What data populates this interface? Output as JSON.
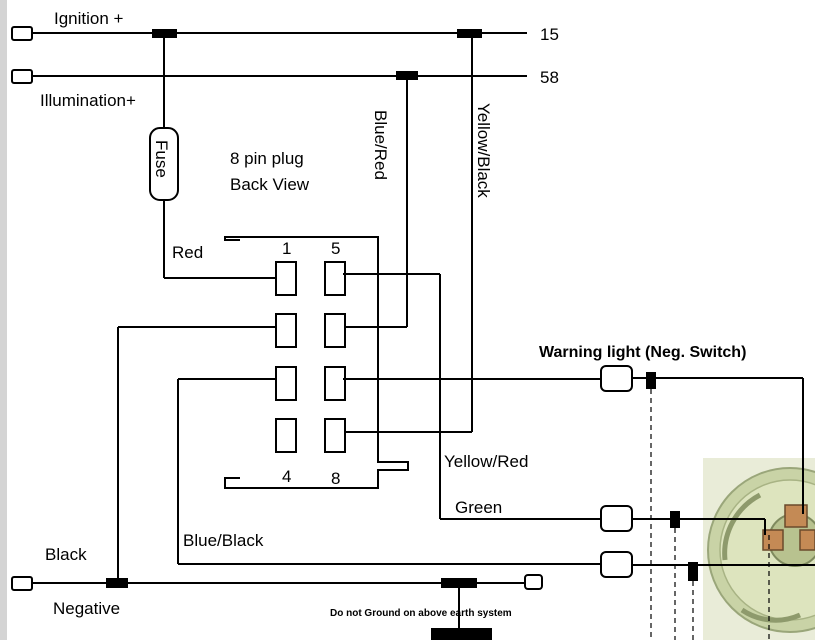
{
  "power_lines": {
    "ignition": "Ignition +",
    "ignition_terminal": "15",
    "illumination": "Illumination+",
    "illumination_terminal": "58"
  },
  "fuse_label": "Fuse",
  "plug": {
    "title_line1": "8 pin plug",
    "title_line2": "Back  View",
    "pin_1": "1",
    "pin_5": "5",
    "pin_4": "4",
    "pin_8": "8"
  },
  "wires": {
    "red": "Red",
    "blue_red": "Blue/Red",
    "yellow_black": "Yellow/Black",
    "yellow_red": "Yellow/Red",
    "green": "Green",
    "blue_black": "Blue/Black",
    "black": "Black"
  },
  "ground": {
    "negative": "Negative",
    "warning_note": "Do not Ground on above earth system"
  },
  "warning_light": "Warning light (Neg. Switch)"
}
